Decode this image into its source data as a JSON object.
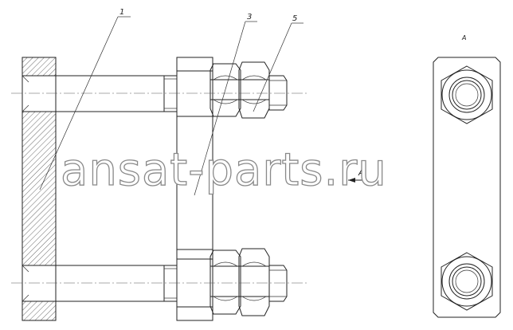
{
  "callouts": [
    {
      "id": "part-1",
      "text": "1"
    },
    {
      "id": "part-3",
      "text": "3"
    },
    {
      "id": "part-5",
      "text": "5"
    }
  ],
  "view_label": "A",
  "view_marker": "A",
  "watermark": "ansat-parts.ru",
  "colors": {
    "line": "#222222",
    "hatch": "#444444",
    "watermark_outline": "#8a8a8a"
  }
}
